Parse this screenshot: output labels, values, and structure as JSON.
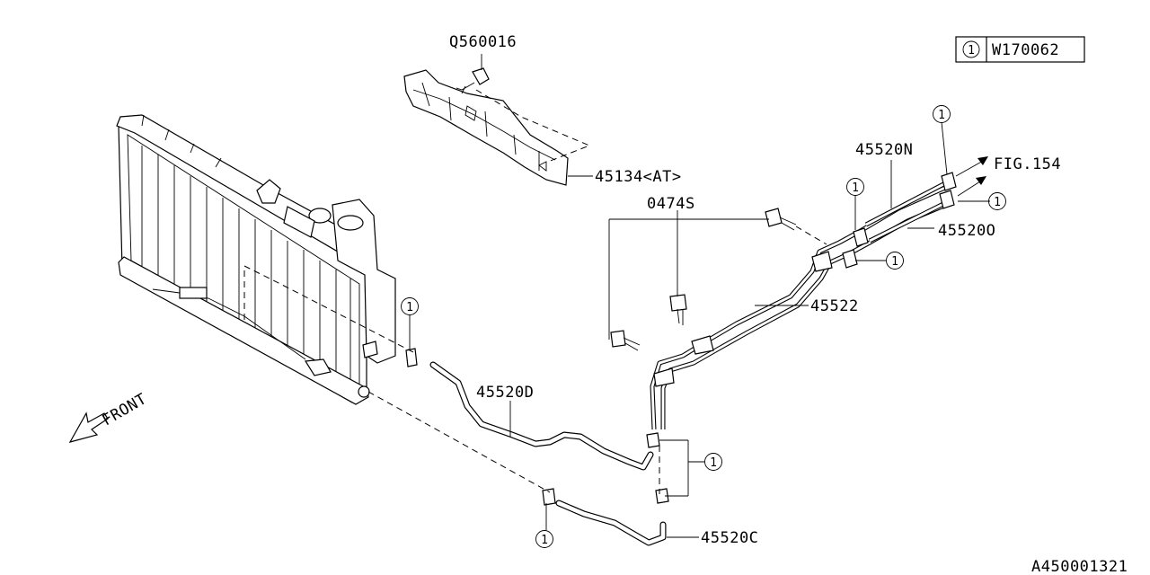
{
  "legend": {
    "marker": "1",
    "code": "W170062"
  },
  "labels": {
    "bolt_top": "Q560016",
    "cover": "45134<AT>",
    "pipe_upper_n": "45520N",
    "fig_ref": "FIG.154",
    "pipe_upper_o": "45520O",
    "clip": "0474S",
    "pipe_main": "45522",
    "hose_d": "45520D",
    "hose_c": "45520C",
    "front": "FRONT"
  },
  "callout_marker": "1",
  "diagram_id": "A450001321"
}
